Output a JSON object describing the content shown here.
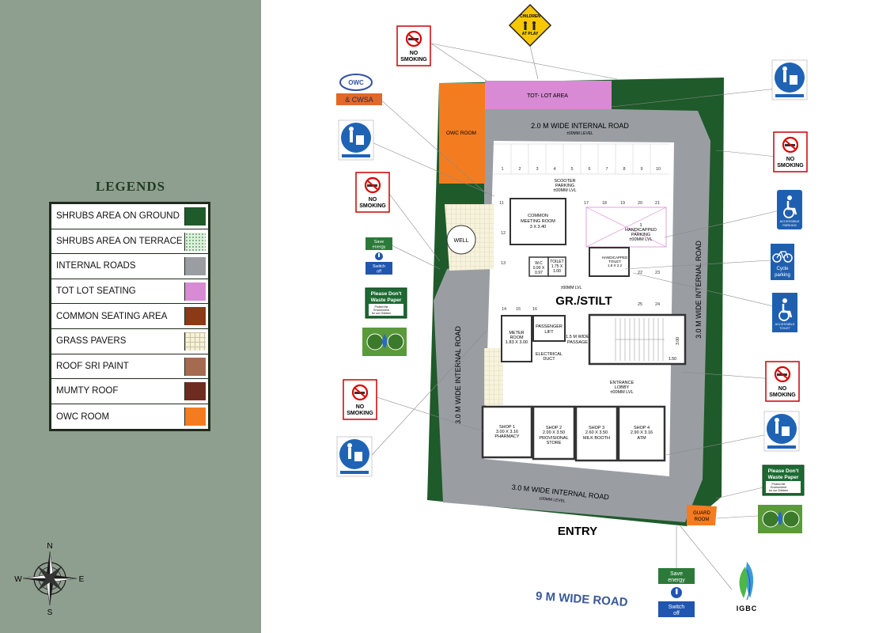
{
  "legend": {
    "title": "LEGENDS",
    "items": [
      {
        "label": "SHRUBS AREA ON GROUND",
        "color": "#1f5a2a"
      },
      {
        "label": "SHRUBS AREA ON TERRACE",
        "color": "#dff0df"
      },
      {
        "label": "INTERNAL ROADS",
        "color": "#9a9ea3"
      },
      {
        "label": " TOT LOT SEATING",
        "color": "#d98ad4"
      },
      {
        "label": " COMMON SEATING AREA",
        "color": "#8a3a14"
      },
      {
        "label": " GRASS PAVERS",
        "color": "#f6f1d8"
      },
      {
        "label": "ROOF SRI PAINT",
        "color": "#a66a50"
      },
      {
        "label": " MUMTY ROOF",
        "color": "#6e2c20"
      },
      {
        "label": " OWC ROOM",
        "color": "#f47c20"
      }
    ]
  },
  "compass": {
    "n": "N",
    "s": "S",
    "e": "E",
    "w": "W"
  },
  "plan": {
    "tot_lot": "TOT- LOT AREA",
    "owc_room": "OWC ROOM",
    "road_top": "2.0 M WIDE INTERNAL ROAD",
    "road_top_level": "±00MM LEVEL",
    "road_bottom": "3.0 M WIDE INTERNAL ROAD",
    "road_bottom_level": "±00MM LEVEL",
    "road_left": "3.0 M WIDE INTERNAL ROAD",
    "road_right": "3.0 M WIDE INTERNAL ROAD",
    "entry": "ENTRY",
    "main_road": "9 M WIDE ROAD",
    "guard_room": "GUARD ROOM",
    "well": "WELL",
    "gr_stilt": "GR./STILT",
    "level_mid": "±00MM LVL",
    "scooter_parking": [
      "SCOOTER",
      "PARKING",
      "±00MM LVL"
    ],
    "meeting_room": [
      "COMMON",
      "MEETING ROOM",
      "3 X 3.40"
    ],
    "wc": [
      "W.C",
      "0.90 X",
      "0.97"
    ],
    "toilet": [
      "TOILET",
      "1.75 X",
      "1.00"
    ],
    "handicapped_toilet": [
      "HANDICAPPED",
      "TOILET",
      "1.8 X 2.2"
    ],
    "handicapped_parking": [
      "1",
      "HANDICAPPED",
      "PARKING",
      "±00MM LVL"
    ],
    "meter_room": [
      "METER",
      "ROOM",
      "1.83 X 3.00"
    ],
    "passenger_lift": [
      "PASSENGER",
      "LIFT"
    ],
    "passage": [
      "1.5  M WIDE",
      "PASSAGE"
    ],
    "electrical_duct": [
      "ELECTRICAL",
      "DUCT"
    ],
    "entrance_lobby": [
      "ENTRANCE",
      "LOBBY",
      "±00MM LVL"
    ],
    "stair_dim_1": "3.00",
    "stair_dim_2": "1.50",
    "shop1": [
      "SHOP 1",
      "3.00 X 3.16",
      "PHARMACY"
    ],
    "shop2": [
      "SHOP 2",
      "2.00 X 3.50",
      "PROVISIONAL",
      "STORE"
    ],
    "shop3": [
      "SHOP 3",
      "2.60 X 3.50",
      "MILK BOOTH"
    ],
    "shop4": [
      "SHOP 4",
      "2.90 X 3.16",
      "ATM"
    ],
    "parking_top": [
      "1",
      "2",
      "3",
      "4",
      "5",
      "6",
      "7",
      "8",
      "9",
      "10"
    ],
    "parking_row2": [
      "11",
      "17",
      "18",
      "19",
      "20",
      "21"
    ],
    "parking_left": [
      "12",
      "13"
    ],
    "parking_low": [
      "14",
      "15",
      "16"
    ],
    "parking_right": [
      "22",
      "23",
      "25",
      "24"
    ]
  },
  "signs": {
    "no_smoking": [
      "NO",
      "SMOKING"
    ],
    "children_at_play": [
      "CHILDREN",
      "AT PLAY"
    ],
    "owc_badge": "OWC",
    "cwsa": "& CWSA",
    "save_energy": [
      "Save",
      "energy"
    ],
    "switch_off": [
      "Switch",
      "off"
    ],
    "please_dont": [
      "Please Don't",
      "Waste Paper"
    ],
    "protect": [
      "Protect the",
      "Environment",
      "for our Children"
    ],
    "accessible_parking": [
      "ACCESSIBLE",
      "PARKING"
    ],
    "cycle_parking": [
      "Cycle",
      "parking"
    ],
    "accessible_toilet": [
      "ACCESSIBLE",
      "TOILET"
    ],
    "igbc": "IGBC"
  }
}
